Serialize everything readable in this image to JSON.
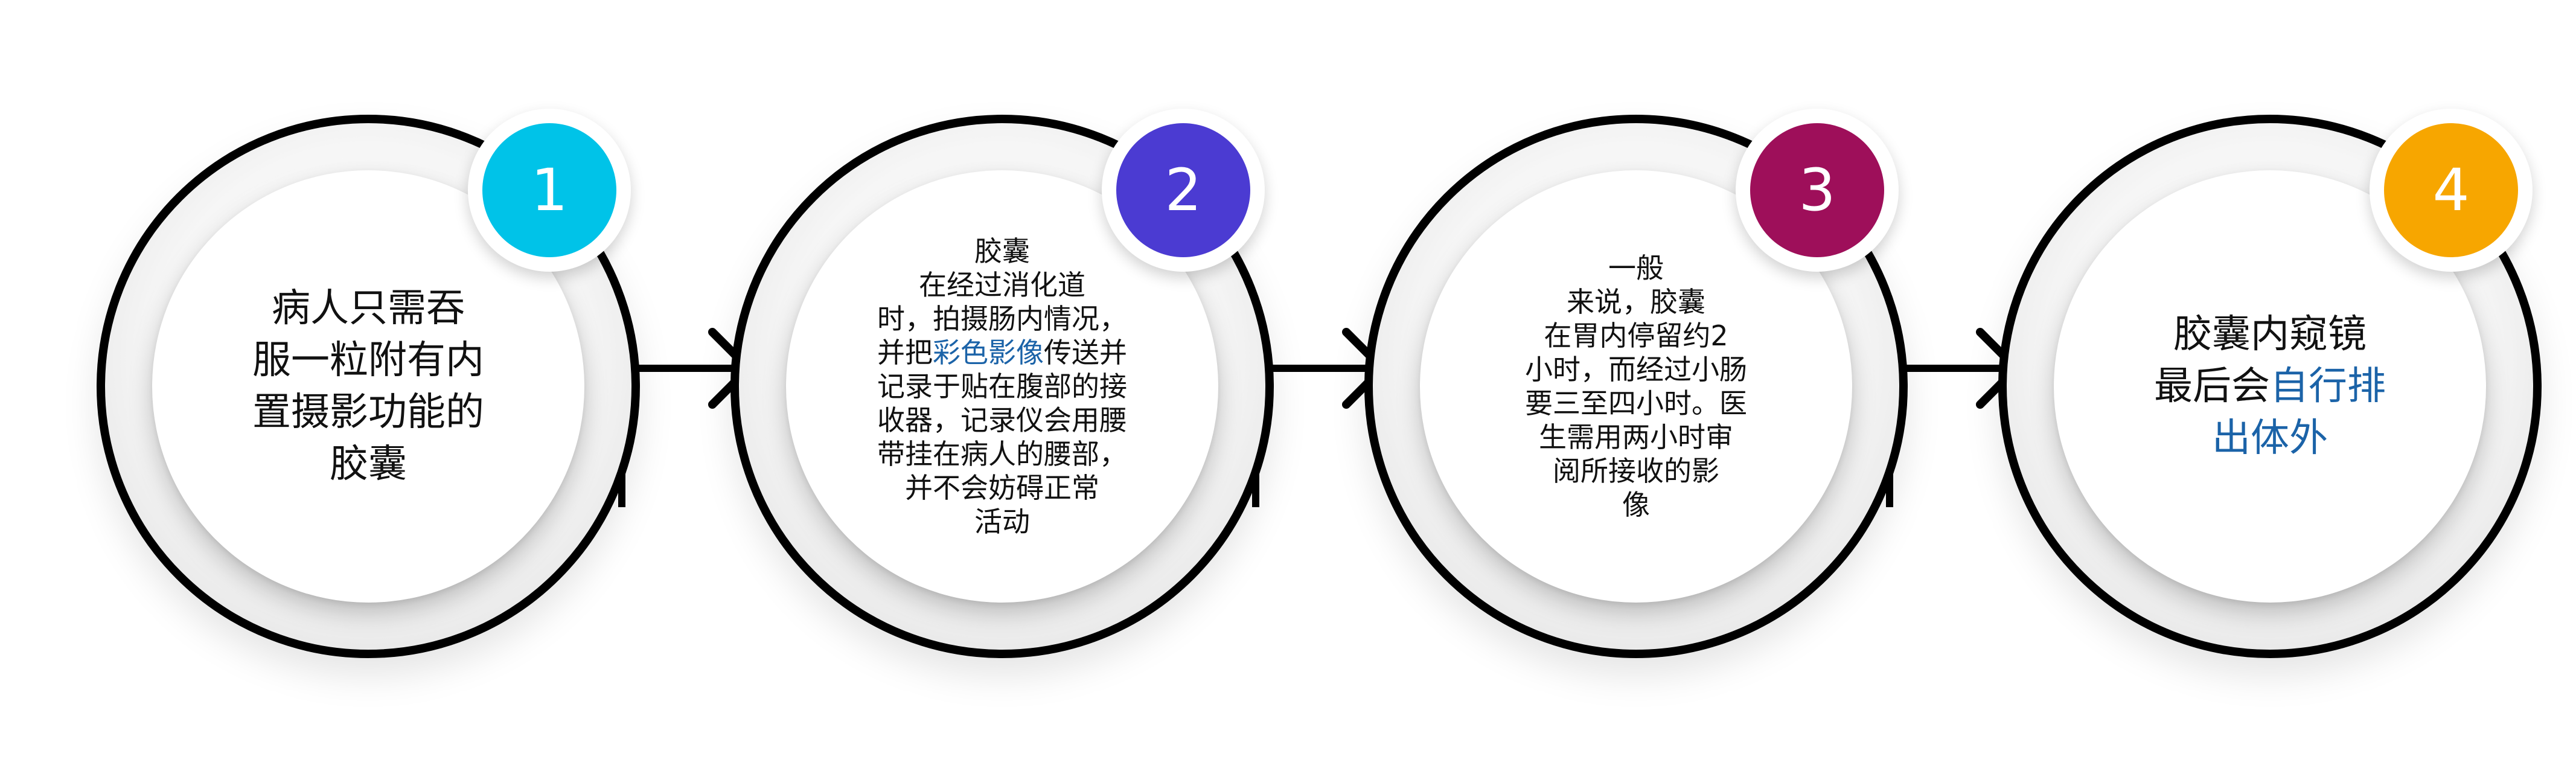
{
  "colors": {
    "ring": "#000000",
    "text": "#111111",
    "highlight": "#1b63a8"
  },
  "steps": [
    {
      "number": "1",
      "badge_color": "#00c3e8",
      "size": "large",
      "segments": [
        {
          "text": "病人只需吞\n服一粒附有内\n置摄影功能的\n胶囊",
          "highlight": false
        }
      ]
    },
    {
      "number": "2",
      "badge_color": "#4b3bd2",
      "size": "small",
      "segments": [
        {
          "text": "胶囊\n在经过消化道\n时，拍摄肠内情况，\n并把",
          "highlight": false
        },
        {
          "text": "彩色影像",
          "highlight": true
        },
        {
          "text": "传送并\n记录于贴在腹部的接\n收器，记录仪会用腰\n带挂在病人的腰部，\n并不会妨碍正常\n活动",
          "highlight": false
        }
      ]
    },
    {
      "number": "3",
      "badge_color": "#9e0f5a",
      "size": "small",
      "segments": [
        {
          "text": "一般\n来说，胶囊\n在胃内停留约2\n小时，而经过小肠\n要三至四小时。医\n生需用两小时审\n阅所接收的影\n像",
          "highlight": false
        }
      ]
    },
    {
      "number": "4",
      "badge_color": "#f7a600",
      "size": "large",
      "segments": [
        {
          "text": "胶囊内窥镜\n最后会",
          "highlight": false
        },
        {
          "text": "自行排\n出体外",
          "highlight": true
        }
      ]
    }
  ]
}
